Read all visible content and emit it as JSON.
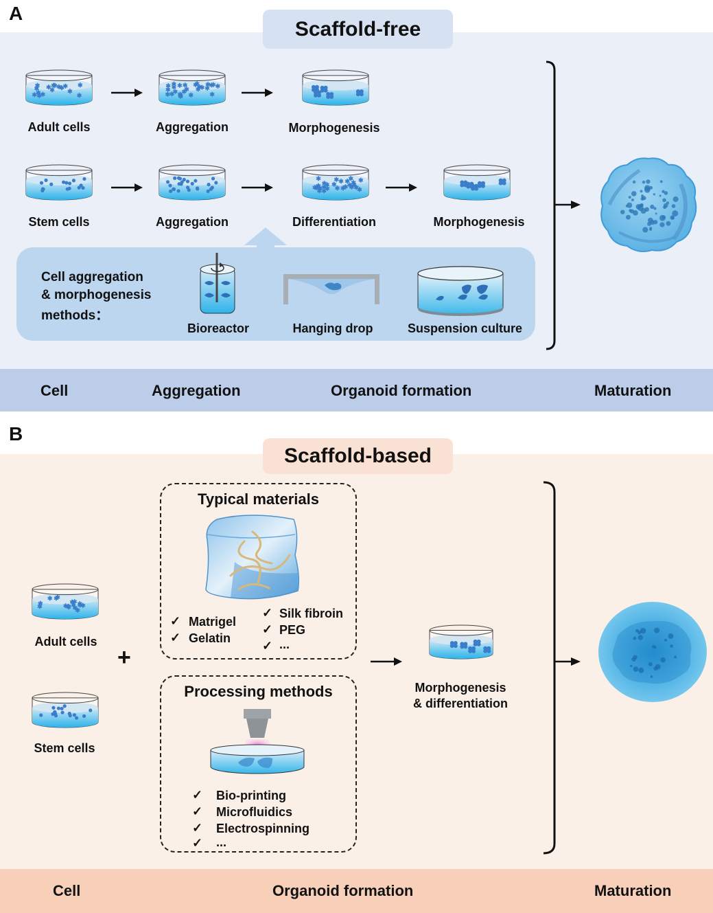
{
  "panel_a": {
    "letter": "A",
    "title": "Scaffold-free",
    "row1": [
      "Adult cells",
      "Aggregation",
      "Morphogenesis"
    ],
    "row2": [
      "Stem cells",
      "Aggregation",
      "Differentiation",
      "Morphogenesis"
    ],
    "methods": {
      "heading_lines": [
        "Cell aggregation",
        "& morphogenesis",
        "methods："
      ],
      "items": [
        "Bioreactor",
        "Hanging drop",
        "Suspension culture"
      ]
    },
    "stages": [
      "Cell",
      "Aggregation",
      "Organoid formation",
      "Maturation"
    ]
  },
  "panel_b": {
    "letter": "B",
    "title": "Scaffold-based",
    "cells": [
      "Adult cells",
      "Stem cells"
    ],
    "plus": "+",
    "materials": {
      "heading": "Typical materials",
      "left": [
        "Matrigel",
        "Gelatin"
      ],
      "right": [
        "Silk fibroin",
        "PEG",
        "..."
      ]
    },
    "processing": {
      "heading": "Processing methods",
      "items": [
        "Bio-printing",
        "Microfluidics",
        "Electrospinning",
        "..."
      ]
    },
    "result_lines": [
      "Morphogenesis",
      "& differentiation"
    ],
    "stages": [
      "Cell",
      "Organoid formation",
      "Maturation"
    ]
  },
  "check": "✓",
  "colors": {
    "panel_a_bg": "#eaeff8",
    "panel_a_title_bg": "#d6e1f2",
    "panel_a_stage_bar": "#bccde9",
    "methods_box": "#bcd6ef",
    "panel_b_bg": "#fbf0e8",
    "panel_b_title_bg": "#f9e2d4",
    "panel_b_stage_bar": "#f8cfb8",
    "medium_blue": "#4fb7e6",
    "cell_blue": "#3a7dc9"
  }
}
